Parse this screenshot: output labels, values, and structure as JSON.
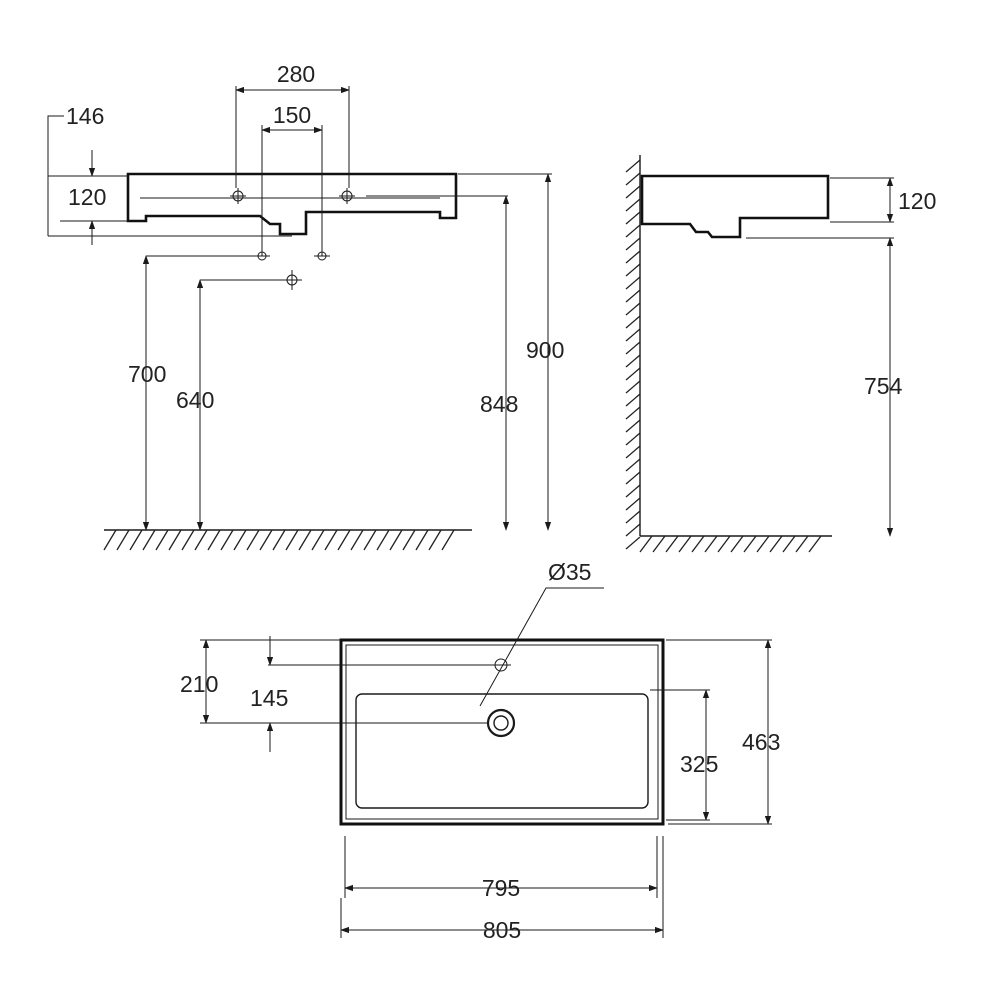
{
  "drawing": {
    "front_view": {
      "dim_280": "280",
      "dim_150": "150",
      "dim_146": "146",
      "dim_120": "120",
      "dim_700": "700",
      "dim_640": "640",
      "dim_848": "848",
      "dim_900": "900"
    },
    "side_view": {
      "dim_120": "120",
      "dim_754": "754"
    },
    "top_view": {
      "dim_d35": "Ø35",
      "dim_210": "210",
      "dim_145": "145",
      "dim_325": "325",
      "dim_463": "463",
      "dim_795": "795",
      "dim_805": "805"
    }
  }
}
